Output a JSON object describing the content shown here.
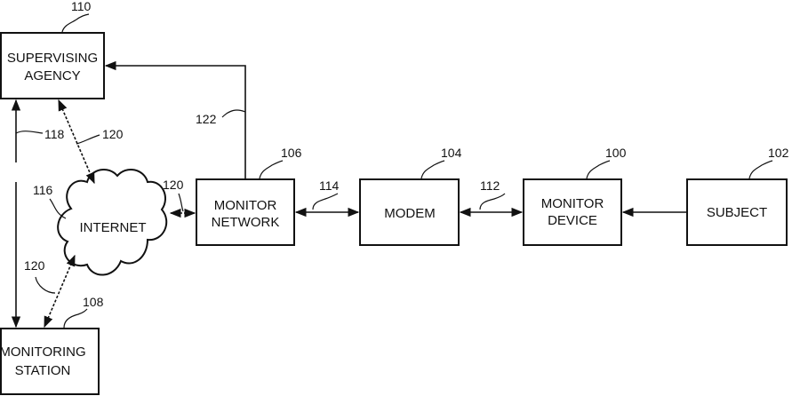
{
  "blocks": {
    "supervising_agency": {
      "line1": "SUPERVISING",
      "line2": "AGENCY",
      "ref": "110"
    },
    "monitoring_station": {
      "line1": "MONITORING",
      "line2": "STATION",
      "ref": "108"
    },
    "internet": {
      "label": "INTERNET",
      "ref": "116"
    },
    "monitor_network": {
      "line1": "MONITOR",
      "line2": "NETWORK",
      "ref": "106"
    },
    "modem": {
      "label": "MODEM",
      "ref": "104"
    },
    "monitor_device": {
      "line1": "MONITOR",
      "line2": "DEVICE",
      "ref": "100"
    },
    "subject": {
      "label": "SUBJECT",
      "ref": "102"
    }
  },
  "links": {
    "agency_station": "118",
    "agency_internet": "120",
    "station_internet": "120",
    "internet_network": "120",
    "network_agency": "122",
    "network_modem": "114",
    "modem_device": "112"
  }
}
